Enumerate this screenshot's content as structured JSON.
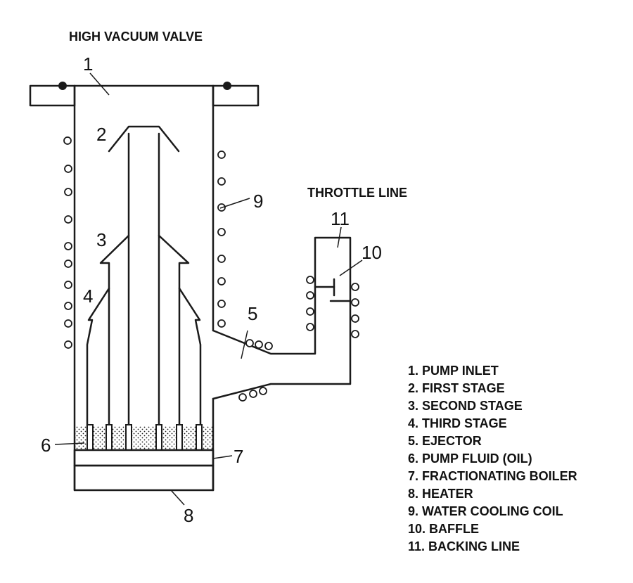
{
  "titles": {
    "high_vacuum_valve": "HIGH VACUUM VALVE",
    "throttle_line": "THROTTLE LINE"
  },
  "callouts": {
    "c1": "1",
    "c2": "2",
    "c3": "3",
    "c4": "4",
    "c5": "5",
    "c6": "6",
    "c7": "7",
    "c8": "8",
    "c9": "9",
    "c10": "10",
    "c11": "11"
  },
  "legend": [
    "1. PUMP INLET",
    "2. FIRST STAGE",
    "3. SECOND STAGE",
    "4. THIRD STAGE",
    "5. EJECTOR",
    "6. PUMP FLUID (OIL)",
    "7. FRACTIONATING BOILER",
    "8. HEATER",
    "9. WATER COOLING COIL",
    "10. BAFFLE",
    "11. BACKING LINE"
  ],
  "colors": {
    "ink": "#1a1a1a",
    "paper": "#ffffff"
  }
}
